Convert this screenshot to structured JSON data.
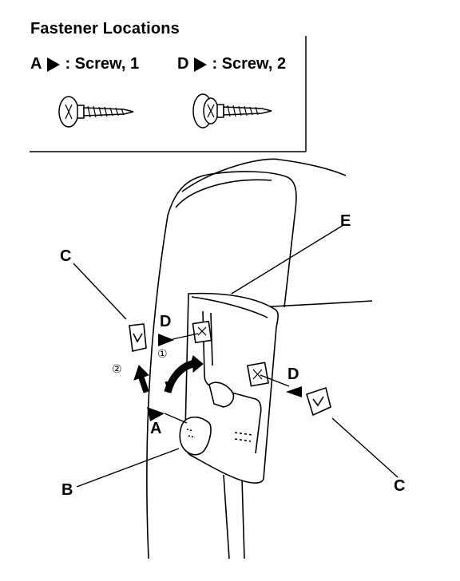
{
  "title": "Fastener Locations",
  "legend": [
    {
      "letter": "A",
      "text": ": Screw, 1"
    },
    {
      "letter": "D",
      "text": ": Screw, 2"
    }
  ],
  "callouts": {
    "a": "A",
    "b": "B",
    "c_left": "C",
    "c_right": "C",
    "d_left": "D",
    "d_right": "D",
    "e": "E"
  },
  "steps": {
    "one": "①",
    "two": "②"
  }
}
